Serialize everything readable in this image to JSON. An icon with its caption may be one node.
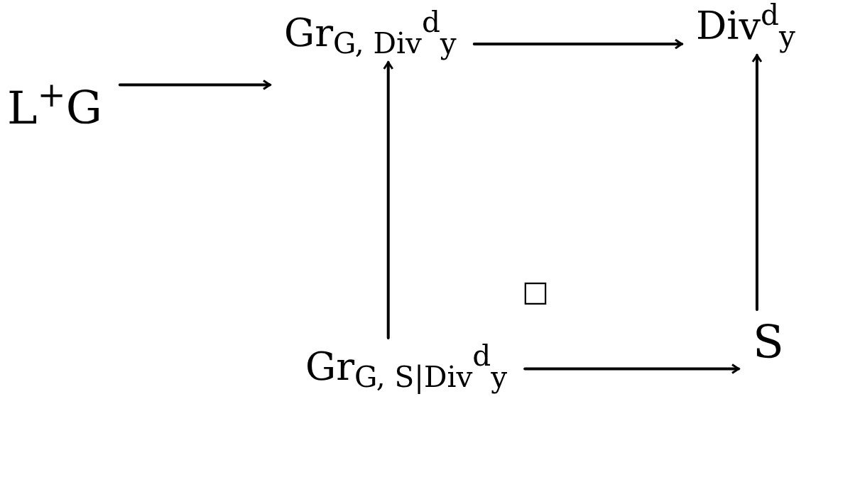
{
  "diagram": {
    "nodes": [
      {
        "text": [
          "L$^{+}$G"
        ]
      },
      {
        "text": [
          "Gr$_{G, Div}$$^{d}$$_{y}$"
        ]
      },
      {
        "text": [
          "Div$^{d}$$_{y}$"
        ]
      },
      {
        "text": [
          "Gr$_{G, S|Div}$$^{d}$$_{y}$"
        ]
      },
      {
        "text": [
          "S"
        ]
      }
    ],
    "edges": [
      {
        "from": 0,
        "to": 1,
        "arrow": "to"
      },
      {
        "from": 1,
        "to": 2,
        "arrow": "to"
      },
      {
        "from": 3,
        "to": 1,
        "arrow": "to"
      },
      {
        "from": 4,
        "to": 2,
        "arrow": "to"
      },
      {
        "from": 3,
        "to": 4,
        "arrow": "to"
      }
    ],
    "labels": [
      "□"
    ]
  }
}
